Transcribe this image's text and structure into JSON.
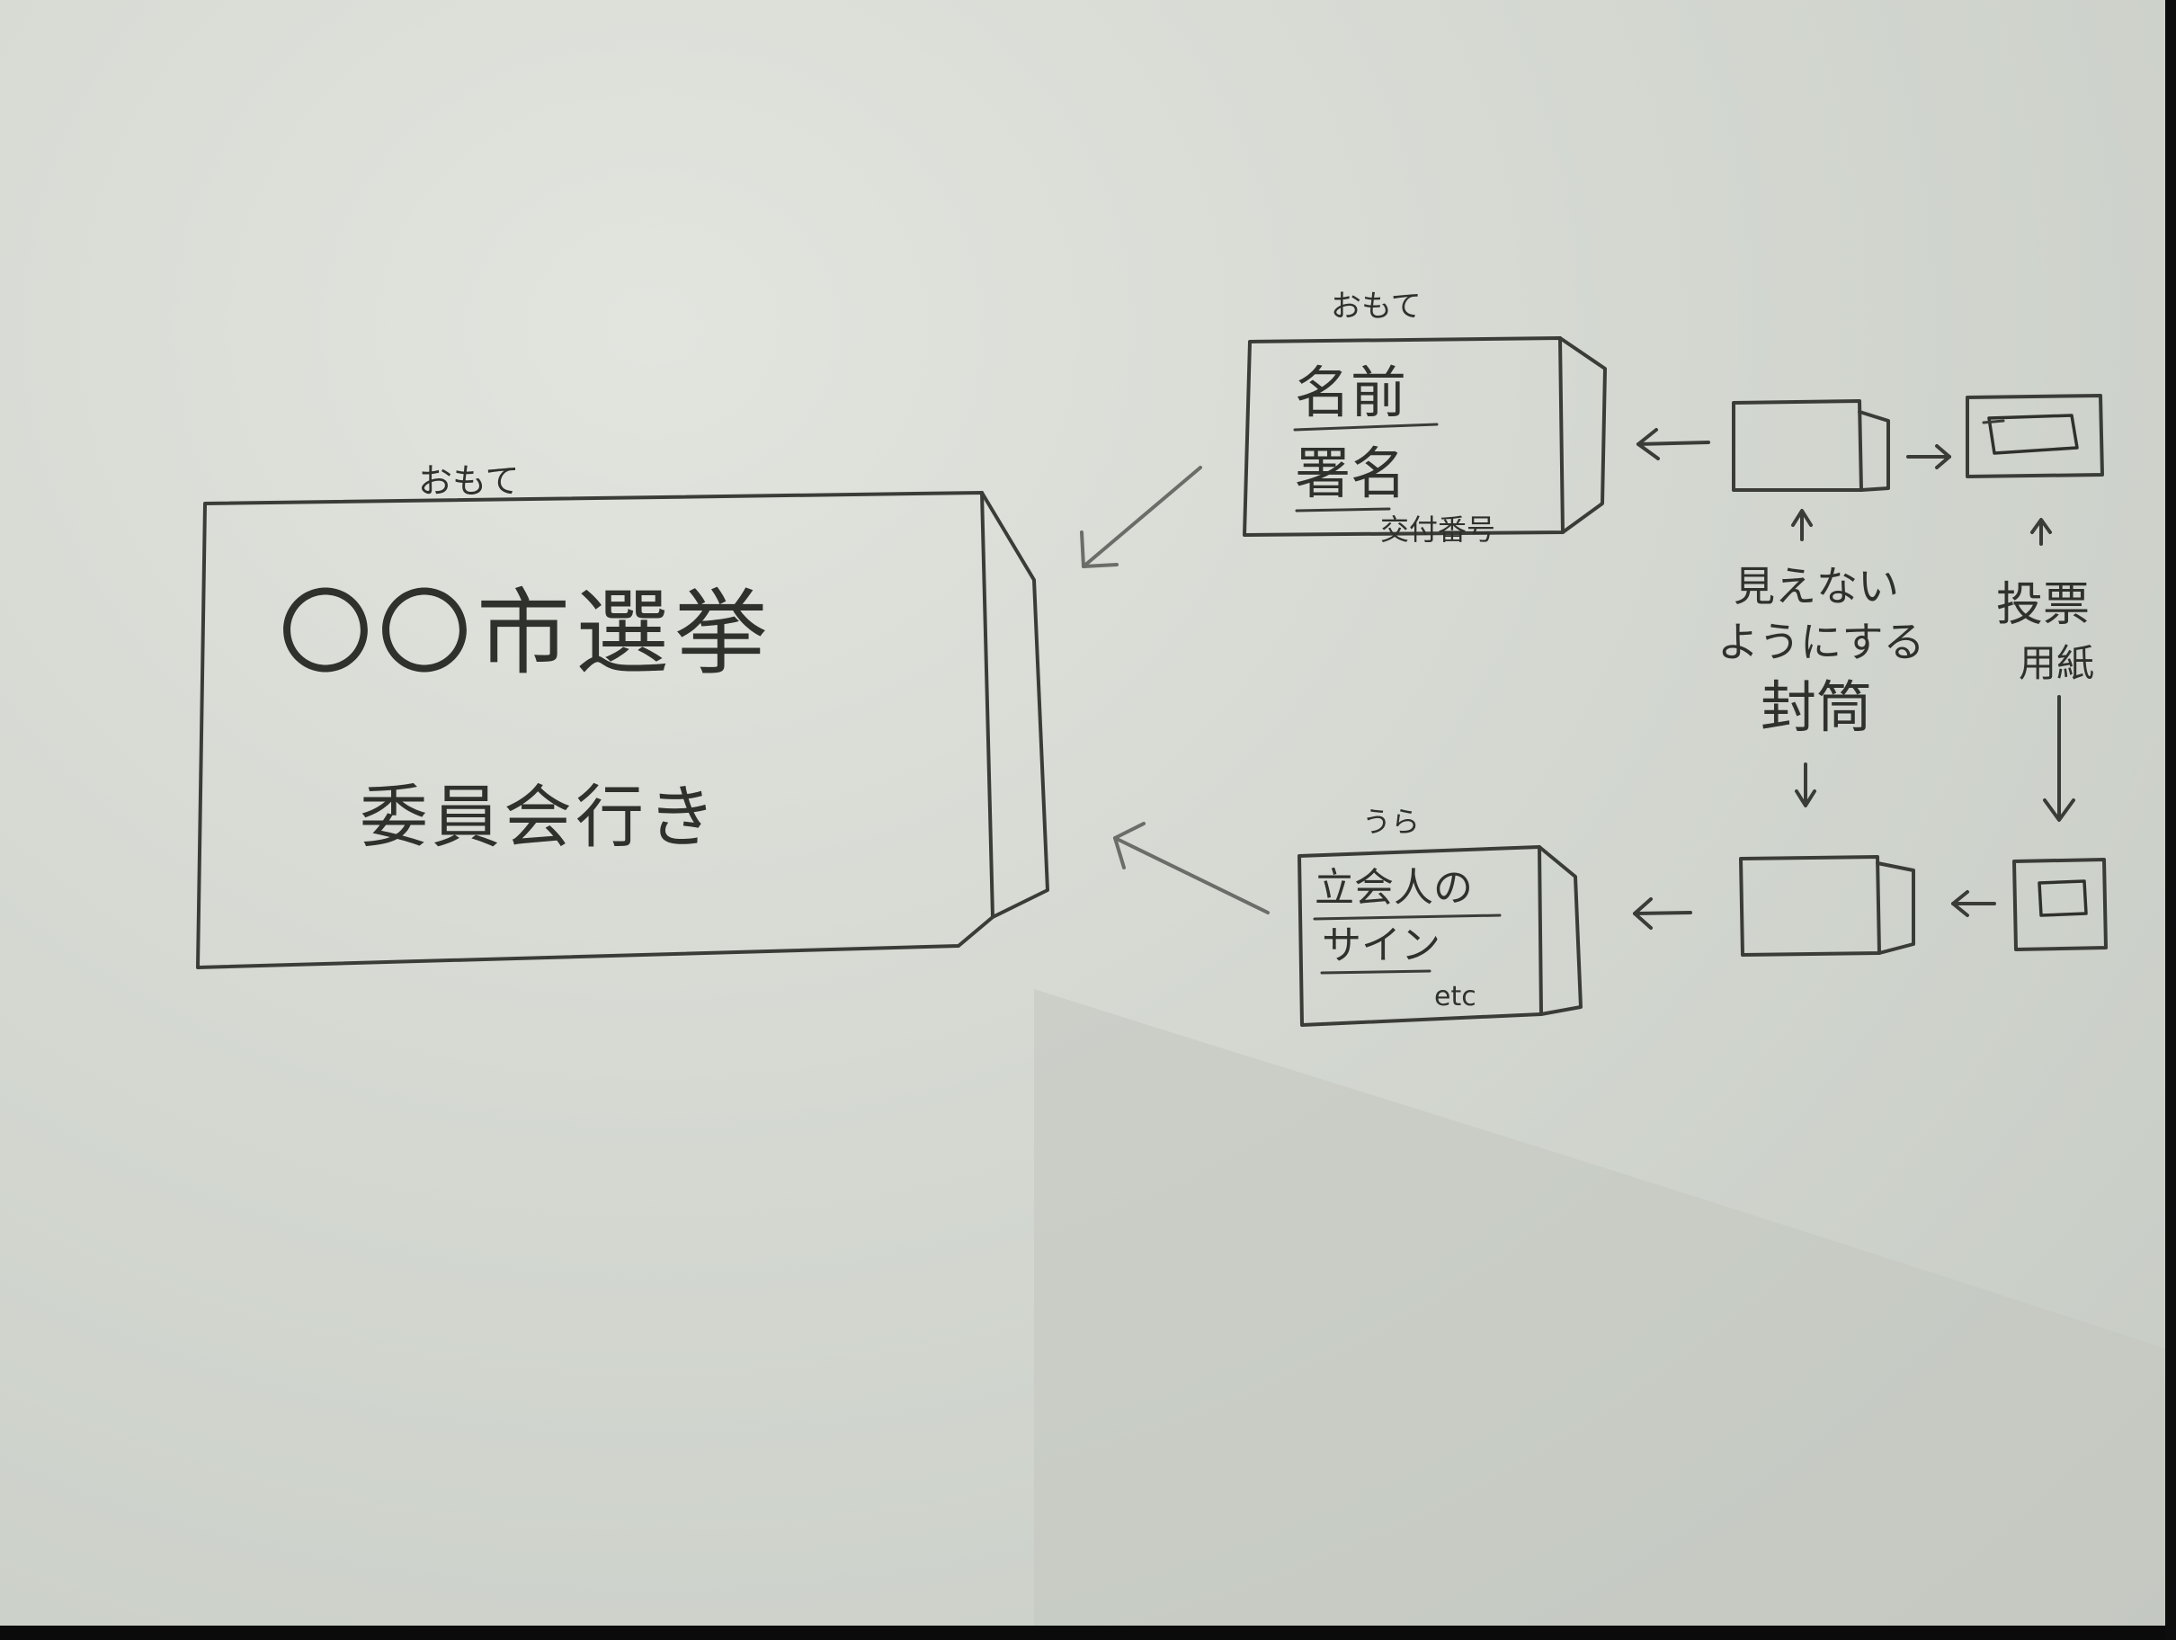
{
  "main_envelope": {
    "side_label": "おもて",
    "title": "〇〇市選挙",
    "subtitle": "委員会行き"
  },
  "middle_top_envelope": {
    "side_label": "おもて",
    "line1": "名前",
    "line2": "署名",
    "note": "交付番号"
  },
  "middle_bottom_envelope": {
    "side_label": "うら",
    "line1": "立会人の",
    "line2": "サイン",
    "note": "etc"
  },
  "annotations": {
    "hide_line1": "見えない",
    "hide_line2": "ようにする",
    "hide_line3": "封筒",
    "ballot_line1": "投票",
    "ballot_line2": "用紙"
  },
  "colors": {
    "paper": "#d4d8d1",
    "ink": "#2f312d",
    "arrow": "#6a6d68"
  }
}
